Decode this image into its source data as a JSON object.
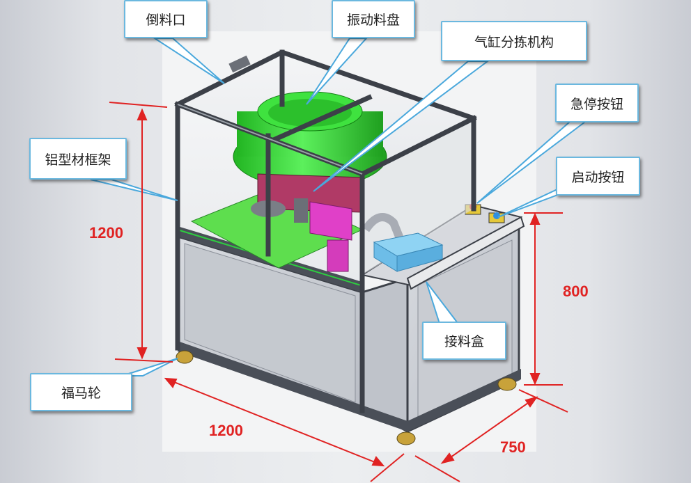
{
  "labels": {
    "pour_inlet": "倒料口",
    "vibratory_bowl": "振动料盘",
    "cylinder_sorting": "气缸分拣机构",
    "emergency_stop": "急停按钮",
    "start_button": "启动按钮",
    "aluminum_frame": "铝型材框架",
    "casters": "福马轮",
    "collection_box": "接料盒"
  },
  "dimensions": {
    "height": "1200",
    "length": "1200",
    "table_height": "800",
    "width": "750"
  },
  "colors": {
    "callout_border": "#6bb8df",
    "dimension": "#e02222",
    "leader": "#4aa8dc",
    "bowl": "#33d633",
    "base_plate": "#5ede4e",
    "magenta_parts": "#e040c8",
    "panel": "#cfd2d8",
    "frame": "#3c4048",
    "collection_box": "#7ac8ee"
  }
}
